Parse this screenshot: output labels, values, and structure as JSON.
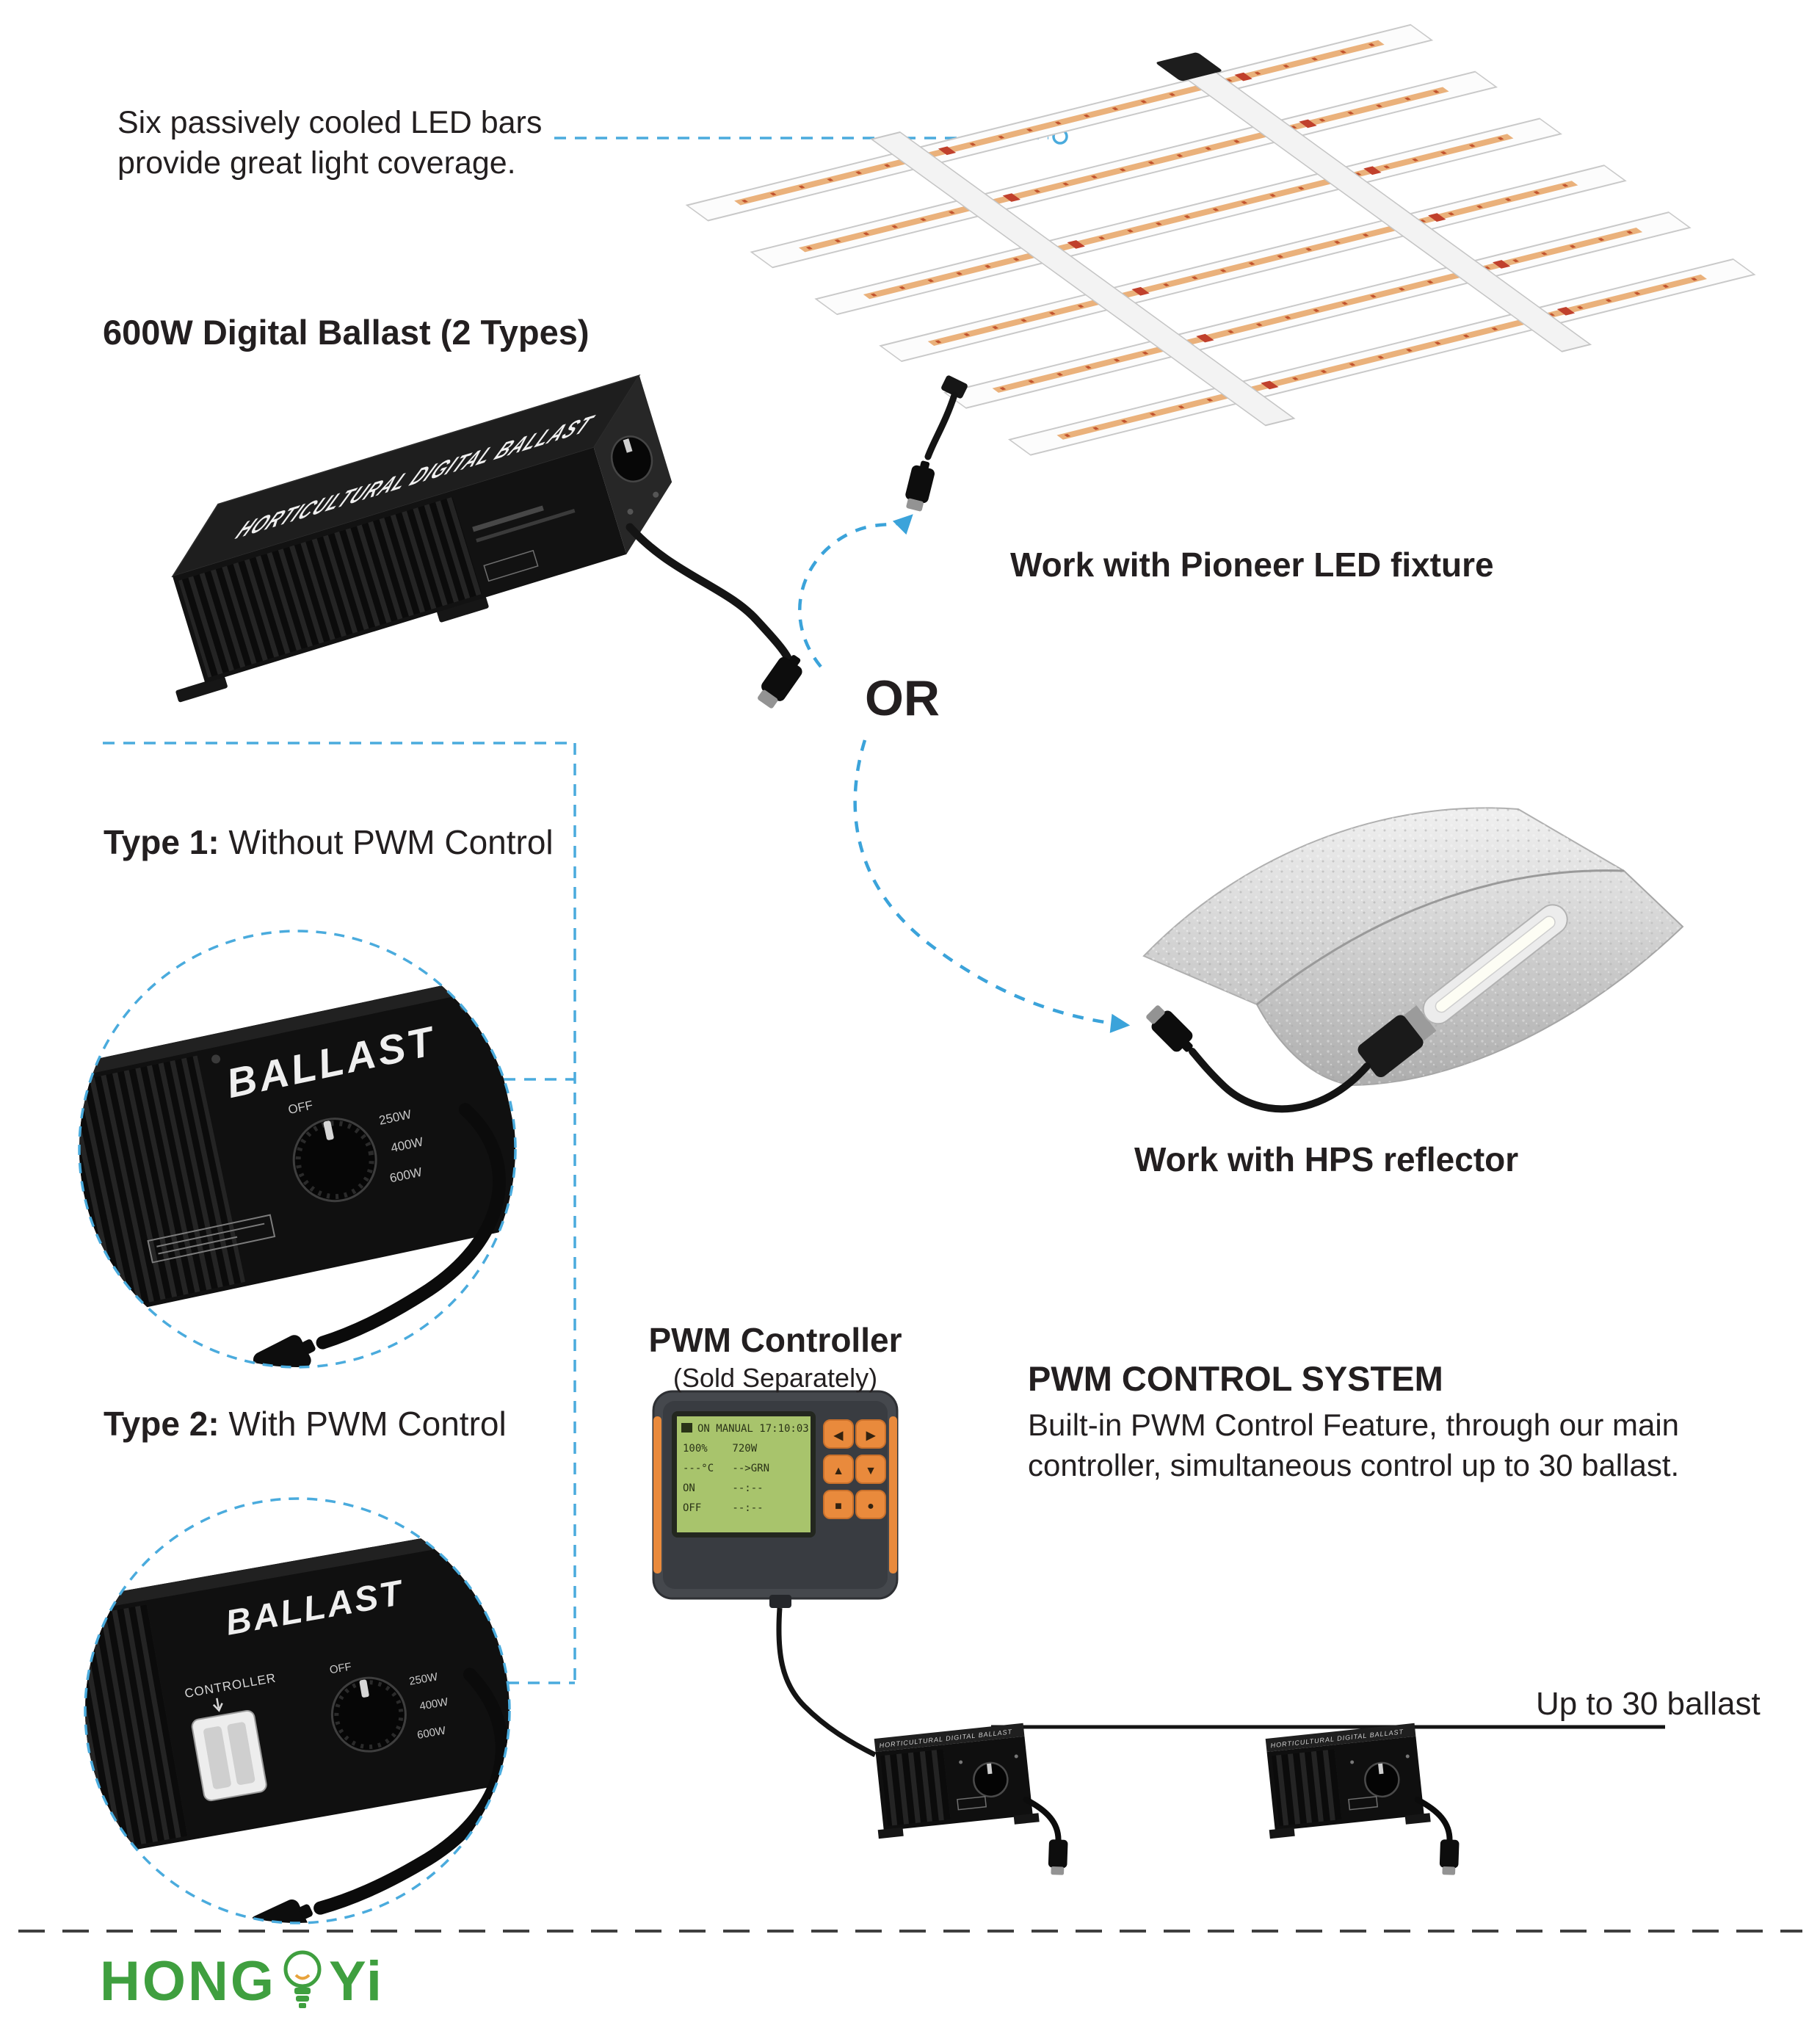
{
  "texts": {
    "led_note": "Six passively cooled LED bars provide great light coverage.",
    "ballast_heading": "600W Digital Ballast (2 Types)",
    "or_label": "OR",
    "led_fixture_caption": "Work with Pioneer LED fixture",
    "hps_caption": "Work with HPS reflector",
    "type1_label": "Type 1:",
    "type1_rest": " Without PWM Control",
    "type2_label": "Type 2:",
    "type2_rest": " With PWM Control",
    "pwm_controller_title": "PWM Controller",
    "pwm_controller_sub": "(Sold Separately)",
    "pwm_system_title": "PWM CONTROL SYSTEM",
    "pwm_system_body": "Built-in PWM Control Feature, through our main controller, simultaneous control up to 30 ballast.",
    "up_to_ballast": "Up to 30 ballast"
  },
  "device": {
    "ballast_top_label": "HORTICULTURAL DIGITAL BALLAST",
    "ballast_zoom_label": "BALLAST",
    "knob_labels": [
      "OFF",
      "250W",
      "400W",
      "600W"
    ],
    "controller_port_label": "CONTROLLER"
  },
  "pwm_controller": {
    "lcd_lines": [
      "ON MANUAL 17:10:03",
      "100%    720W",
      "---°C   -->GRN",
      "ON      --:--",
      "OFF     --:--"
    ],
    "buttons": [
      "◀",
      "▶",
      "▲",
      "▼",
      "■",
      "●"
    ]
  },
  "logo": {
    "left": "HONG",
    "right": "Yi"
  },
  "colors": {
    "accent_blue": "#3ba3da",
    "guide_blue": "#4aabdd",
    "text": "#231f20",
    "button_orange": "#e98a3c",
    "lcd_green": "#a8c46c",
    "logo_green": "#3f9f3f"
  }
}
